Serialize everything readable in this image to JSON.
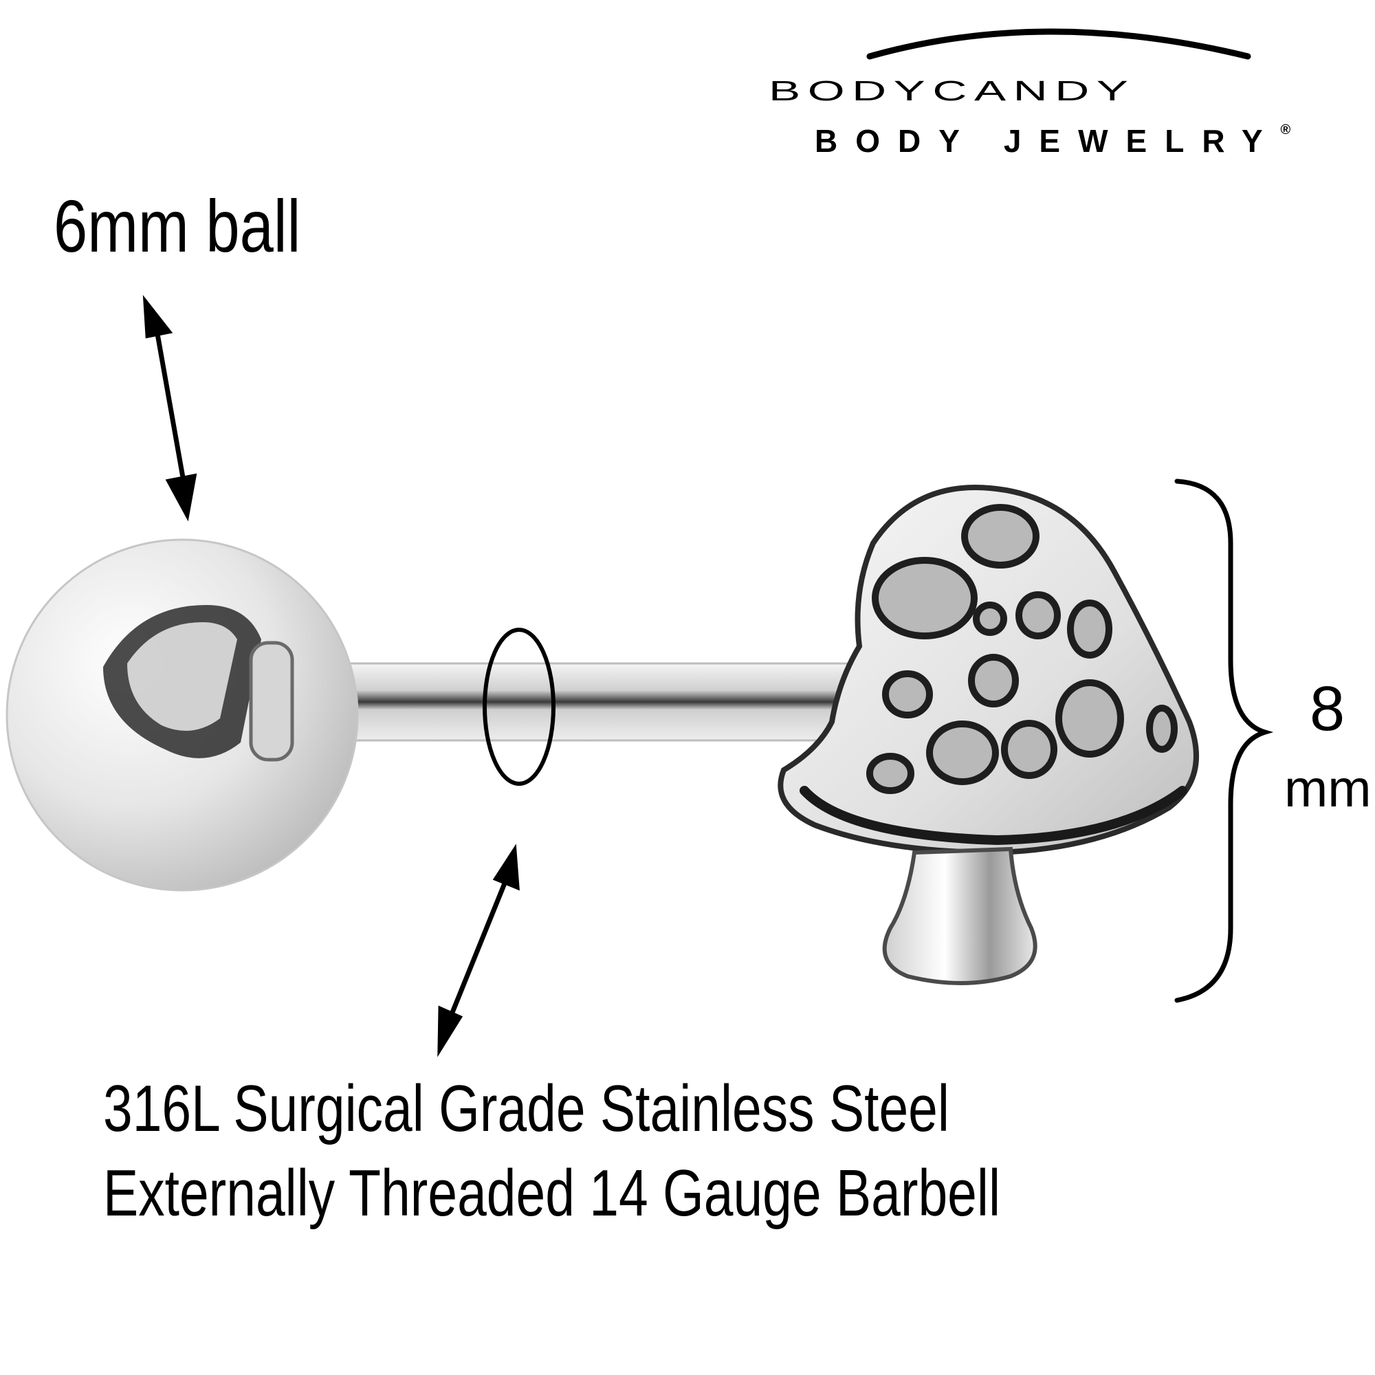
{
  "brand": {
    "name": "BODYCANDY",
    "tagline": "BODY JEWELRY",
    "registered_mark": "®"
  },
  "annotations": {
    "ball_size": "6mm ball",
    "head_size_value": "8",
    "head_size_unit": "mm",
    "material_line": "316L Surgical Grade Stainless Steel",
    "barbell_line": "Externally Threaded 14 Gauge Barbell"
  },
  "product": {
    "ball_shape": "sphere",
    "head_shape": "mushroom",
    "bar": "straight-barbell"
  },
  "colors": {
    "steel_light": "#f2f2f2",
    "steel_mid": "#c9c9c9",
    "steel_dark": "#2a2a2a",
    "spot_fill": "#b9b9b9",
    "text": "#000000"
  }
}
